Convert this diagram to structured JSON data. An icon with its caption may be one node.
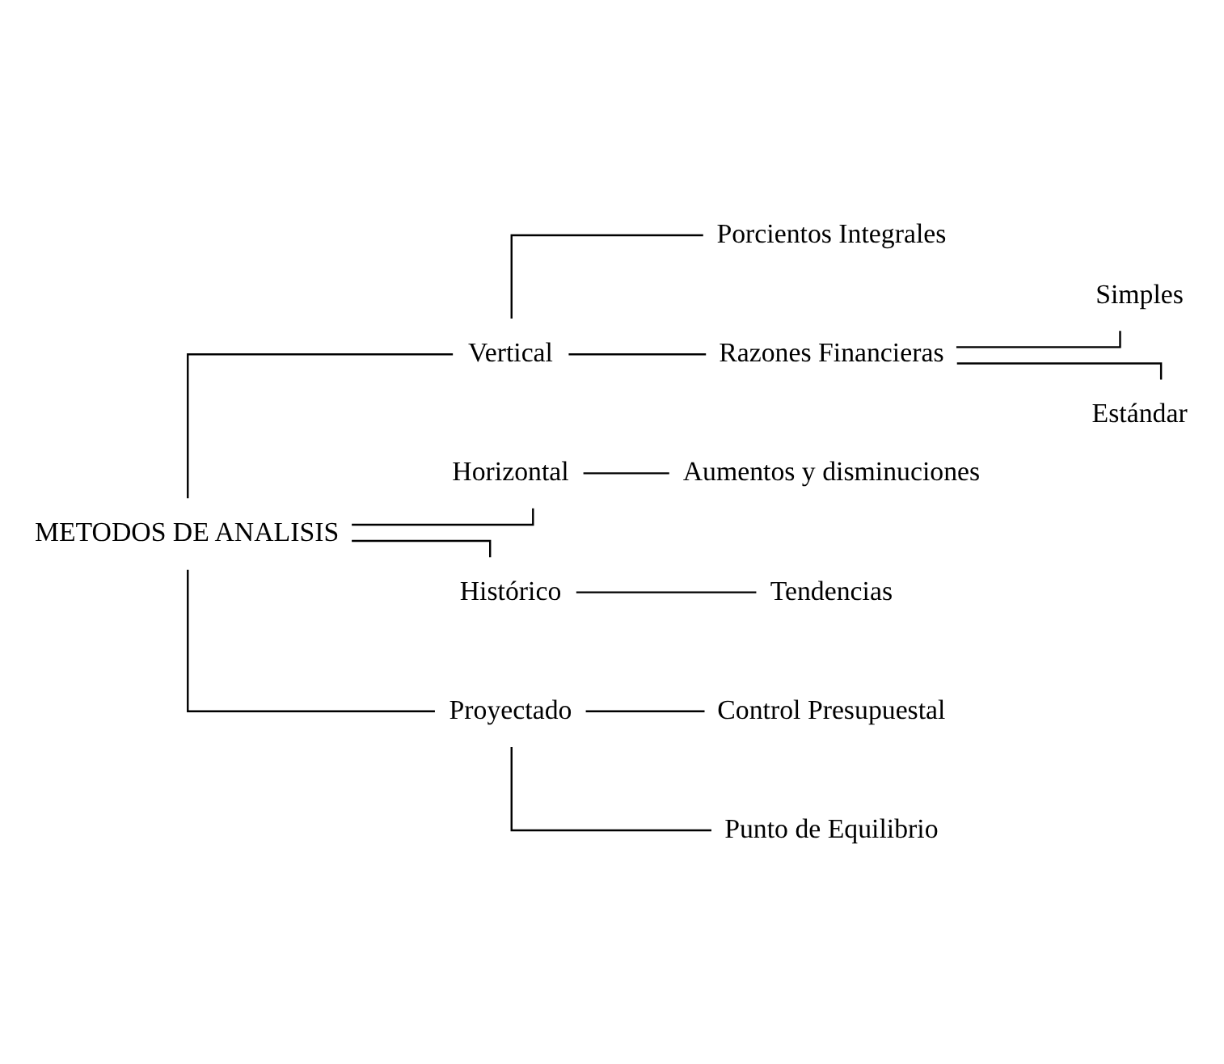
{
  "diagram": {
    "nodes": [
      {
        "text": [
          "METODOS DE ANALISIS"
        ]
      },
      {
        "text": [
          "Vertical"
        ]
      },
      {
        "text": [
          "Horizontal"
        ]
      },
      {
        "text": [
          "Histórico"
        ]
      },
      {
        "text": [
          "Proyectado"
        ]
      },
      {
        "text": [
          "Porcientos Integrales"
        ]
      },
      {
        "text": [
          "Razones Financieras"
        ]
      },
      {
        "text": [
          "Simples"
        ]
      },
      {
        "text": [
          "Estándar"
        ]
      },
      {
        "text": [
          "Aumentos y disminuciones"
        ]
      },
      {
        "text": [
          "Tendencias"
        ]
      },
      {
        "text": [
          "Control Presupuestal"
        ]
      },
      {
        "text": [
          "Punto de Equilibrio"
        ]
      }
    ],
    "edges": [
      {
        "from": 0,
        "to": 1,
        "arrow": "none"
      },
      {
        "from": 0,
        "to": 2,
        "arrow": "none"
      },
      {
        "from": 0,
        "to": 3,
        "arrow": "none"
      },
      {
        "from": 0,
        "to": 4,
        "arrow": "none"
      },
      {
        "from": 1,
        "to": 5,
        "arrow": "none"
      },
      {
        "from": 1,
        "to": 6,
        "arrow": "none"
      },
      {
        "from": 6,
        "to": 7,
        "arrow": "none"
      },
      {
        "from": 6,
        "to": 8,
        "arrow": "none"
      },
      {
        "from": 2,
        "to": 9,
        "arrow": "none"
      },
      {
        "from": 3,
        "to": 10,
        "arrow": "none"
      },
      {
        "from": 4,
        "to": 11,
        "arrow": "none"
      },
      {
        "from": 4,
        "to": 12,
        "arrow": "none"
      }
    ]
  }
}
